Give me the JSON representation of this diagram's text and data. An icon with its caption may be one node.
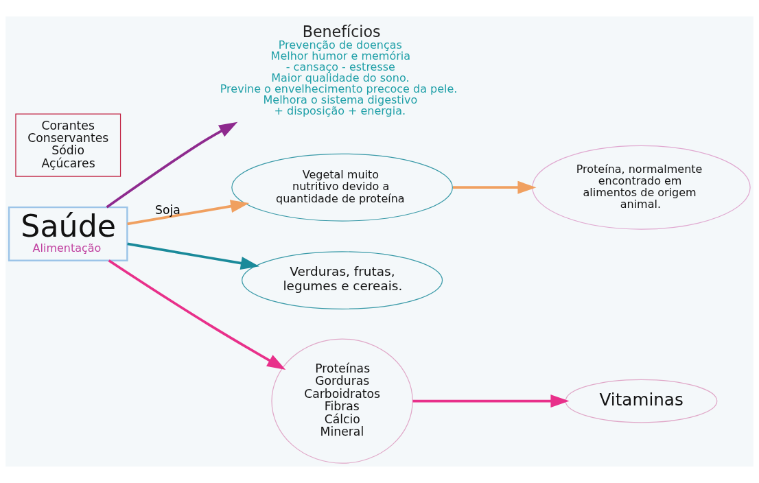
{
  "diagram": {
    "nodes": [
      {
        "text": [
          "Benefícios",
          "Prevenção de doenças",
          "Melhor humor e memória",
          "- cansaço - estresse",
          "Maior qualidade do sono.",
          "Previne o envelhecimento precoce da pele.",
          "Melhora o sistema digestivo",
          "+ disposição + energia."
        ]
      },
      {
        "text": [
          "Saúde",
          "Alimentação"
        ]
      },
      {
        "text": [
          "Vegetal muito nutritivo devido a quantidade de proteína"
        ]
      },
      {
        "text": [
          "Proteína, normalmente encontrado em alimentos de origem animal."
        ]
      },
      {
        "text": [
          "Verduras, frutas, legumes e cereais."
        ]
      },
      {
        "text": [
          "Corantes Conservantes Sódio Açúcares"
        ]
      },
      {
        "text": [
          "Proteínas Gorduras Carboidratos Fibras Cálcio Mineral"
        ]
      },
      {
        "text": [
          "Vitaminas"
        ]
      }
    ],
    "edges": [
      {
        "from": 1,
        "to": 0,
        "arrow": "to",
        "color": "#8e2a8e"
      },
      {
        "from": 1,
        "to": 2,
        "arrow": "to",
        "label": "Soja",
        "color": "#f0a060"
      },
      {
        "from": 2,
        "to": 3,
        "arrow": "to",
        "color": "#f0a060"
      },
      {
        "from": 1,
        "to": 4,
        "arrow": "to",
        "color": "#1a8a9a"
      },
      {
        "from": 1,
        "to": 6,
        "arrow": "to",
        "color": "#e8308a"
      },
      {
        "from": 6,
        "to": 7,
        "arrow": "to",
        "color": "#e8308a"
      }
    ]
  }
}
